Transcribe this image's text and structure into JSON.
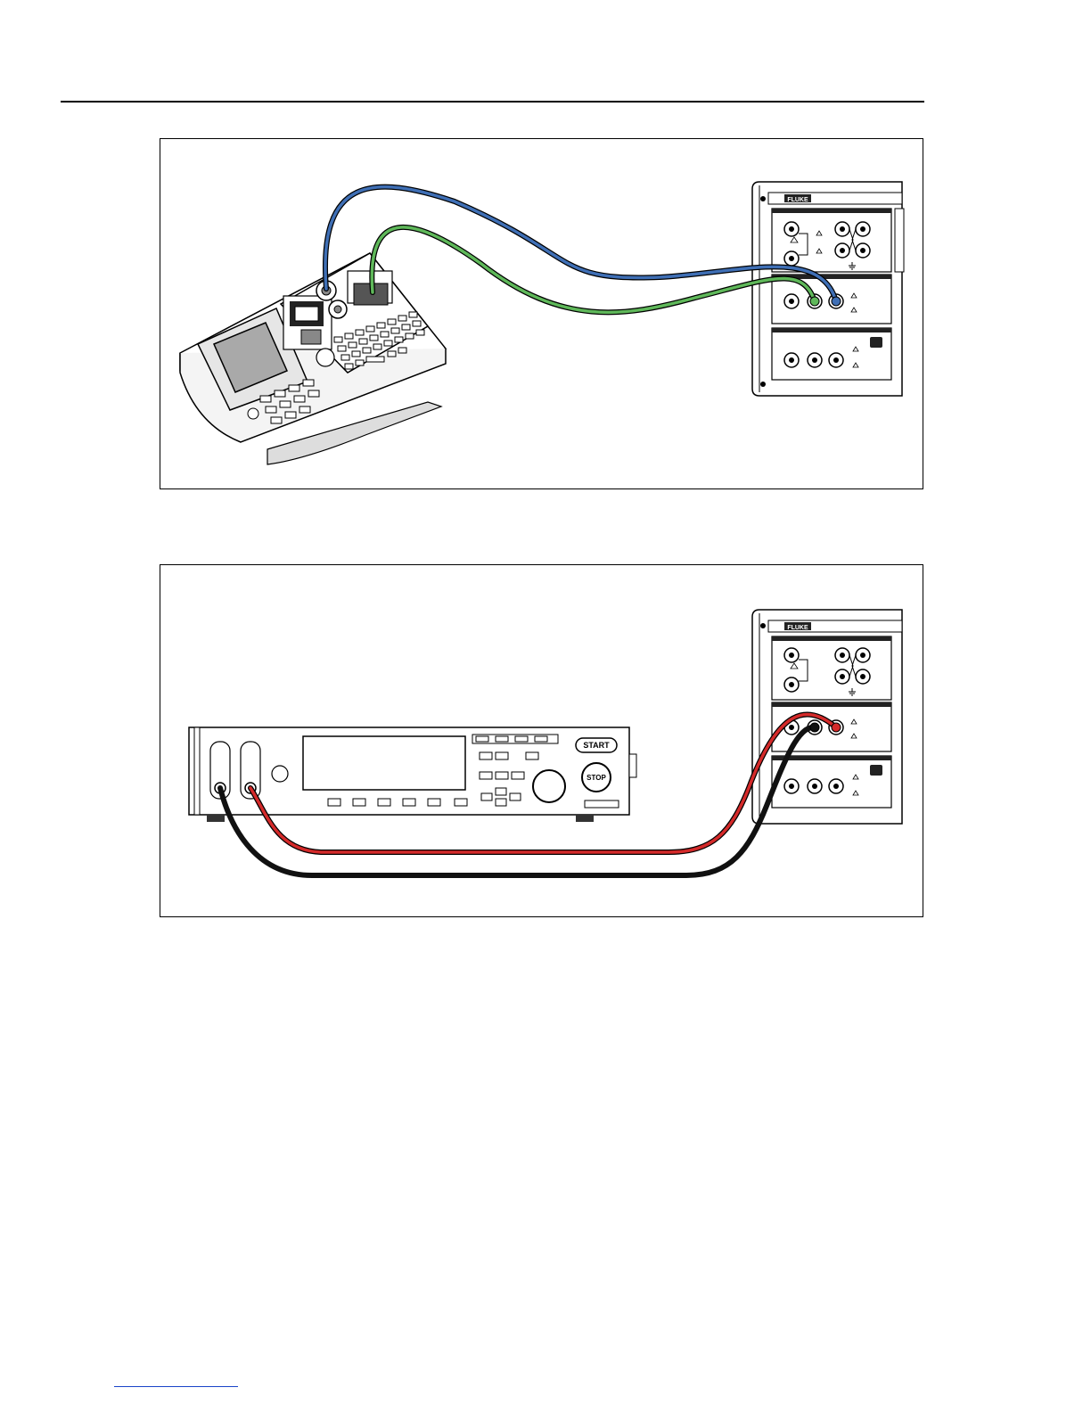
{
  "calibrator": {
    "brand": "FLUKE"
  },
  "hipot_tester": {
    "start_label": "START",
    "stop_label": "STOP"
  },
  "colors": {
    "lead_blue": "#3f6fb5",
    "lead_green": "#5fb85a",
    "lead_red": "#d42a2a",
    "lead_black": "#111111",
    "screen_gray": "#a9a9a9"
  },
  "figure1": {
    "connections": [
      "blue lead",
      "green lead"
    ]
  },
  "figure2": {
    "connections": [
      "red lead",
      "black lead"
    ]
  }
}
